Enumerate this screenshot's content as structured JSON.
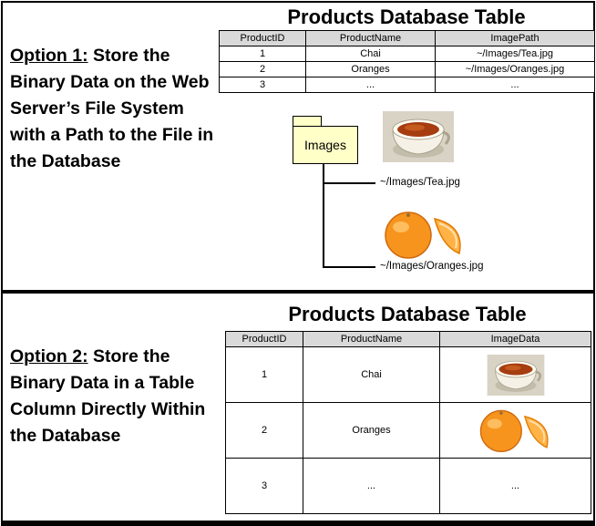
{
  "top": {
    "title": "Products Database Table",
    "option_label": "Option 1:",
    "option_text": " Store the Binary Data on the Web Server’s File System with a Path to the File in the Database",
    "table": {
      "headers": [
        "ProductID",
        "ProductName",
        "ImagePath"
      ],
      "rows": [
        [
          "1",
          "Chai",
          "~/Images/Tea.jpg"
        ],
        [
          "2",
          "Oranges",
          "~/Images/Oranges.jpg"
        ],
        [
          "3",
          "...",
          "..."
        ]
      ]
    },
    "folder_label": "Images",
    "files": [
      "~/Images/Tea.jpg",
      "~/Images/Oranges.jpg"
    ]
  },
  "bottom": {
    "title": "Products Database Table",
    "option_label": "Option 2:",
    "option_text": " Store the Binary Data in a Table Column Directly Within the Database",
    "table": {
      "headers": [
        "ProductID",
        "ProductName",
        "ImageData"
      ],
      "rows": [
        [
          "1",
          "Chai"
        ],
        [
          "2",
          "Oranges"
        ],
        [
          "3",
          "...",
          "..."
        ]
      ]
    }
  },
  "icons": {
    "folder": "folder-icon",
    "tea": "tea-image",
    "oranges": "oranges-image"
  },
  "colors": {
    "table_header_bg": "#d9d9d9",
    "folder_fill": "#ffffc8",
    "border": "#000000"
  }
}
